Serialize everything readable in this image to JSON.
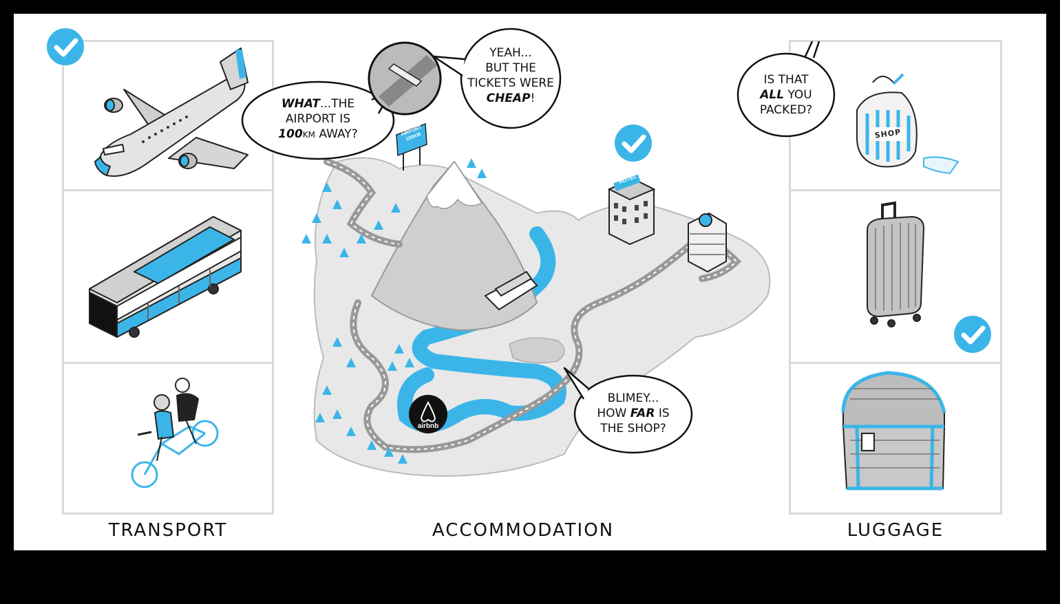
{
  "labels": {
    "transport": "TRANSPORT",
    "accommodation": "ACCOMMODATION",
    "luggage": "LUGGAGE"
  },
  "bubbles": {
    "airport": {
      "strong": "WHAT",
      "rest1": "...THE",
      "line2": "AIRPORT IS",
      "strong2": "100",
      "unit": "KM",
      "rest3": " AWAY?"
    },
    "tickets": {
      "line1": "YEAH...",
      "line2": "BUT THE",
      "line3": "TICKETS WERE",
      "strong": "CHEAP",
      "end": "!"
    },
    "packed": {
      "line1": "IS THAT",
      "strong": "ALL",
      "rest2": " YOU",
      "line3": "PACKED?"
    },
    "shop": {
      "line1": "BLIMEY...",
      "pre2": "HOW ",
      "strong": "FAR",
      "post2": " IS",
      "line3": "THE SHOP?"
    }
  },
  "signs": {
    "airport_sign": "AIRPORT",
    "airport_dist": "100KM",
    "hotel": "HOTEL",
    "shop_bag": "SHOP",
    "airbnb": "airbnb"
  },
  "colors": {
    "accent": "#3bb5e8",
    "ink": "#111111",
    "grey": "#c8c8c8",
    "panel_border": "#d9d9d9"
  },
  "icons": [
    "check-icon",
    "airplane-icon",
    "bus-icon",
    "tandem-bike-icon",
    "shopping-bag-icon",
    "suitcase-icon",
    "treasure-chest-icon",
    "airbnb-logo"
  ]
}
